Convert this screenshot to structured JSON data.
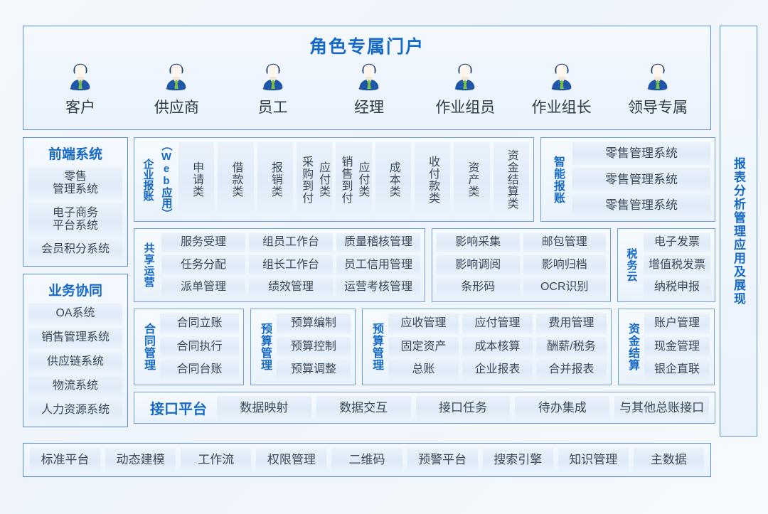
{
  "portal": {
    "title": "角色专属门户",
    "roles": [
      {
        "label": "客户",
        "icon": "person-avatar-icon"
      },
      {
        "label": "供应商",
        "icon": "person-avatar-icon"
      },
      {
        "label": "员工",
        "icon": "person-avatar-icon"
      },
      {
        "label": "经理",
        "icon": "person-avatar-icon"
      },
      {
        "label": "作业组员",
        "icon": "person-avatar-icon"
      },
      {
        "label": "作业组长",
        "icon": "person-avatar-icon"
      },
      {
        "label": "领导专属",
        "icon": "person-avatar-icon"
      }
    ]
  },
  "right_bar": {
    "label": "报表分析管理应用及展现"
  },
  "left_column": {
    "frontend": {
      "title": "前端系统",
      "items": [
        "零售\n管理系统",
        "电子商务\n平台系统",
        "会员积分系统"
      ],
      "items_flat": [
        {
          "line1": "零售",
          "line2": "管理系统"
        },
        {
          "line1": "电子商务",
          "line2": "平台系统"
        },
        {
          "line1": "会员积分系统",
          "line2": ""
        }
      ]
    },
    "collaboration": {
      "title": "业务协同",
      "items": [
        "OA系统",
        "销售管理系统",
        "供应链系统",
        "物流系统",
        "人力资源系统"
      ]
    }
  },
  "row_reimbursement": {
    "label_main": "企业报账",
    "label_sub": "（Web应用）",
    "categories": [
      {
        "text": "申请类",
        "cols": 1
      },
      {
        "text": "借款类",
        "cols": 1
      },
      {
        "text": "报销类",
        "cols": 1
      },
      {
        "text": "采购到付|应付类",
        "cols": 2,
        "left": "采购到付",
        "right": "应付类"
      },
      {
        "text": "销售到付|应付类",
        "cols": 2,
        "left": "销售到付",
        "right": "应付类"
      },
      {
        "text": "成本类",
        "cols": 1
      },
      {
        "text": "收付款类",
        "cols": 1
      },
      {
        "text": "资产类",
        "cols": 1
      },
      {
        "text": "资金结算类",
        "cols": 1
      }
    ]
  },
  "smart_reimbursement": {
    "label": "智能报账",
    "items": [
      "零售管理系统",
      "零售管理系统",
      "零售管理系统"
    ]
  },
  "shared_ops": {
    "label": "共享运营",
    "rows": [
      [
        "服务受理",
        "组员工作台",
        "质量稽核管理"
      ],
      [
        "任务分配",
        "组长工作台",
        "员工信用管理"
      ],
      [
        "派单管理",
        "绩效管理",
        "运营考核管理"
      ]
    ]
  },
  "imaging": {
    "rows": [
      [
        "影响采集",
        "邮包管理"
      ],
      [
        "影响调阅",
        "影响归档"
      ],
      [
        "条形码",
        "OCR识别"
      ]
    ]
  },
  "tax_cloud": {
    "label": "税务云",
    "items": [
      "电子发票",
      "增值税发票",
      "纳税申报"
    ]
  },
  "contract": {
    "label": "合同管理",
    "items": [
      "合同立账",
      "合同执行",
      "合同台账"
    ]
  },
  "budget": {
    "label": "预算管理",
    "items": [
      "预算编制",
      "预算控制",
      "预算调整"
    ]
  },
  "accounting": {
    "label": "预算管理",
    "rows": [
      [
        "应收管理",
        "应付管理",
        "费用管理"
      ],
      [
        "固定资产",
        "成本核算",
        "酬薪/税务"
      ],
      [
        "总账",
        "企业报表",
        "合并报表"
      ]
    ]
  },
  "settlement": {
    "label": "资金结算",
    "items": [
      "账户管理",
      "现金管理",
      "银企直联"
    ]
  },
  "interface_platform": {
    "label": "接口平台",
    "items": [
      "数据映射",
      "数据交互",
      "接口任务",
      "待办集成",
      "与其他总账接口"
    ]
  },
  "foundation": {
    "items": [
      "标准平台",
      "动态建模",
      "工作流",
      "权限管理",
      "二维码",
      "预警平台",
      "搜索引擎",
      "知识管理",
      "主数据"
    ]
  },
  "colors": {
    "accent": "#1769c6",
    "border": "#5b8ed6",
    "chip_bg": "#e5eef9",
    "text": "#3b4a57",
    "avatar_suit": "#1f56a8",
    "avatar_hair": "#1b3f78",
    "avatar_tie": "#7cc143"
  }
}
